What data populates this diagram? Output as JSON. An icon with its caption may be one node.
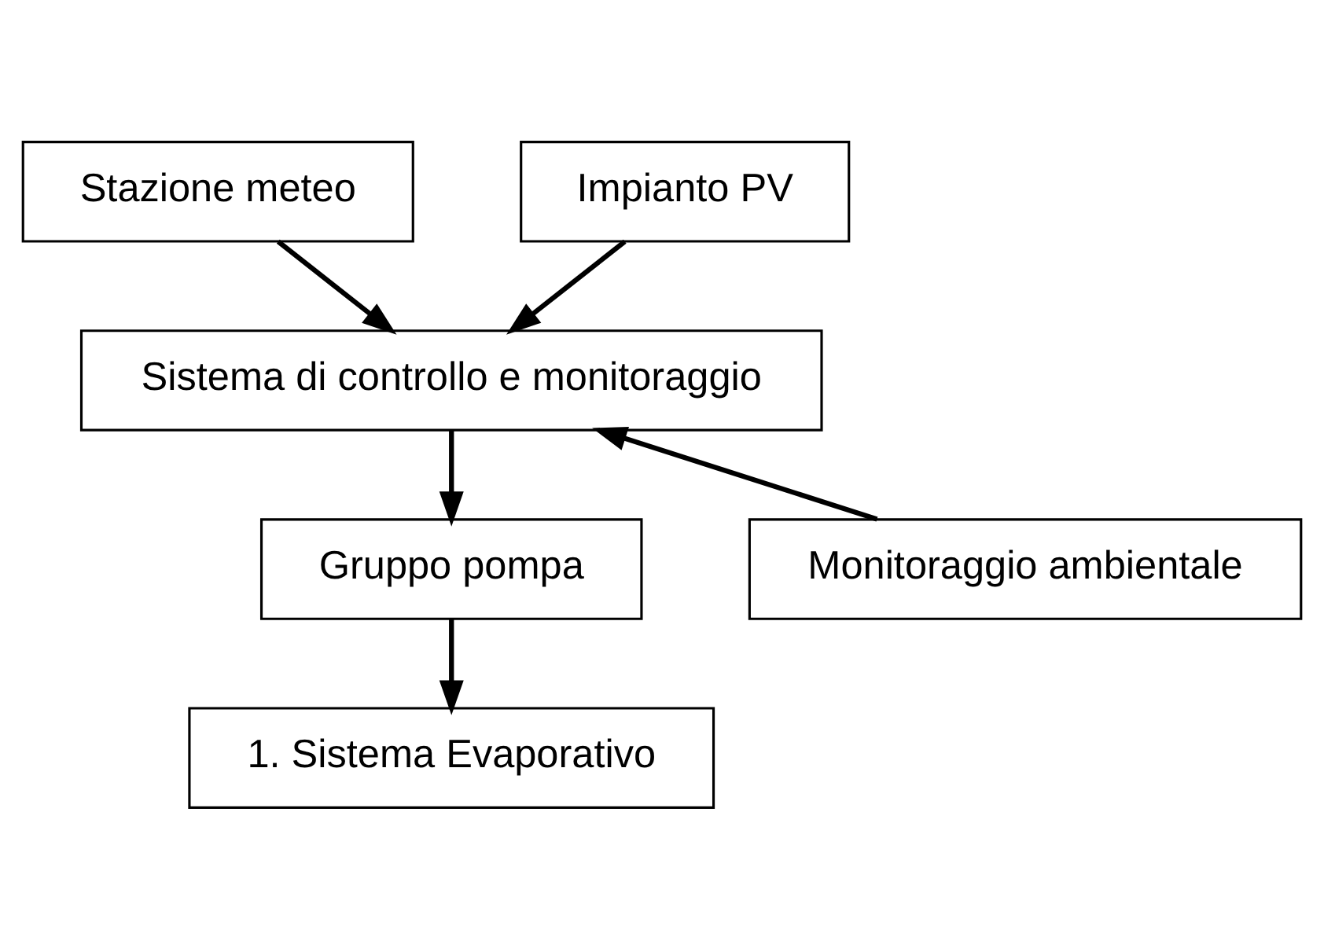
{
  "diagram": {
    "nodes": [
      {
        "text": [
          "Stazione meteo"
        ]
      },
      {
        "text": [
          "Impianto PV"
        ]
      },
      {
        "text": [
          "Sistema di controllo e monitoraggio"
        ]
      },
      {
        "text": [
          "Gruppo pompa"
        ]
      },
      {
        "text": [
          "Monitoraggio ambientale"
        ]
      },
      {
        "text": [
          "1. Sistema Evaporativo"
        ]
      }
    ],
    "edges": [
      {
        "from": 0,
        "to": 2,
        "arrow": "to"
      },
      {
        "from": 1,
        "to": 2,
        "arrow": "to"
      },
      {
        "from": 2,
        "to": 3,
        "arrow": "to"
      },
      {
        "from": 4,
        "to": 2,
        "arrow": "to"
      },
      {
        "from": 3,
        "to": 5,
        "arrow": "to"
      }
    ]
  }
}
